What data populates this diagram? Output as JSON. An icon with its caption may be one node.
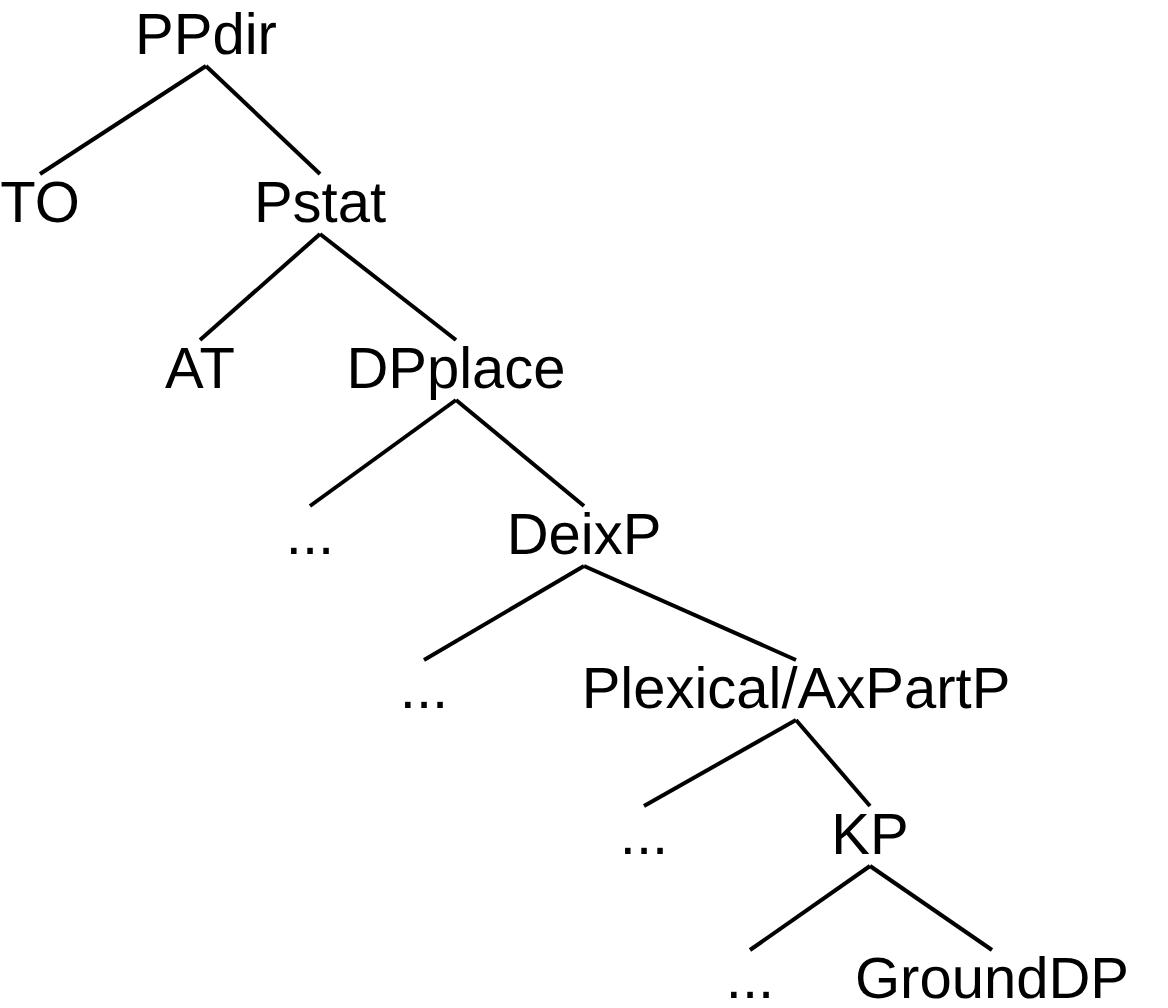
{
  "diagram": {
    "nodes": [
      {
        "text": [
          "PPdir"
        ]
      },
      {
        "text": [
          "TO"
        ]
      },
      {
        "text": [
          "Pstat"
        ]
      },
      {
        "text": [
          "AT"
        ]
      },
      {
        "text": [
          "DPplace"
        ]
      },
      {
        "text": [
          "..."
        ]
      },
      {
        "text": [
          "DeixP"
        ]
      },
      {
        "text": [
          "..."
        ]
      },
      {
        "text": [
          "Plexical/AxPartP"
        ]
      },
      {
        "text": [
          "..."
        ]
      },
      {
        "text": [
          "KP"
        ]
      },
      {
        "text": [
          "..."
        ]
      },
      {
        "text": [
          "GroundDP"
        ]
      }
    ],
    "edges": [
      {
        "from": 0,
        "to": 1,
        "arrow": "none"
      },
      {
        "from": 0,
        "to": 2,
        "arrow": "none"
      },
      {
        "from": 2,
        "to": 3,
        "arrow": "none"
      },
      {
        "from": 2,
        "to": 4,
        "arrow": "none"
      },
      {
        "from": 4,
        "to": 5,
        "arrow": "none"
      },
      {
        "from": 4,
        "to": 6,
        "arrow": "none"
      },
      {
        "from": 6,
        "to": 7,
        "arrow": "none"
      },
      {
        "from": 6,
        "to": 8,
        "arrow": "none"
      },
      {
        "from": 8,
        "to": 9,
        "arrow": "none"
      },
      {
        "from": 8,
        "to": 10,
        "arrow": "none"
      },
      {
        "from": 10,
        "to": 11,
        "arrow": "none"
      },
      {
        "from": 10,
        "to": 12,
        "arrow": "none"
      }
    ]
  }
}
